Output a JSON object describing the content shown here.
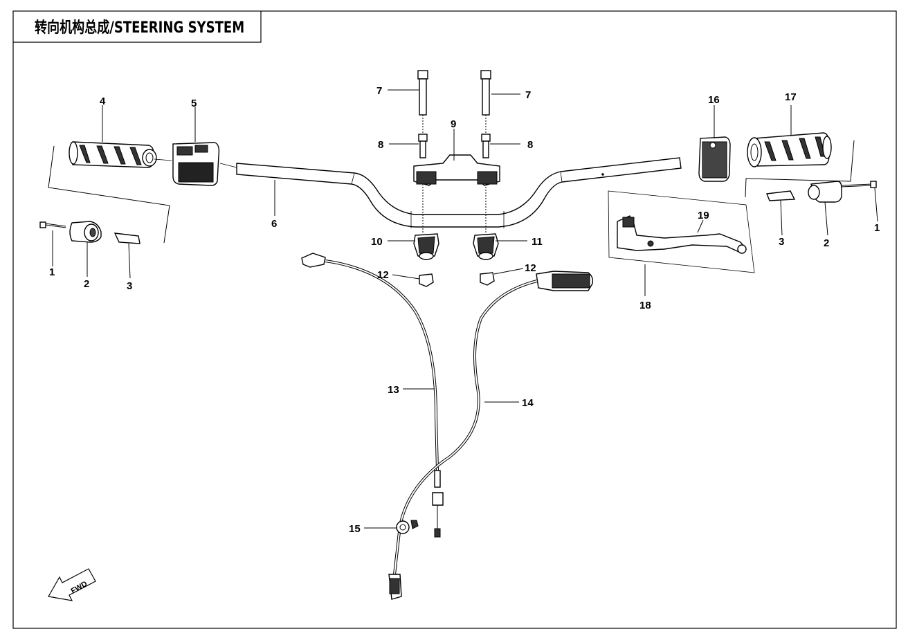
{
  "title": "转向机构总成/STEERING SYSTEM",
  "fwd_label": "FWD",
  "callouts": [
    {
      "id": "c1L",
      "text": "1"
    },
    {
      "id": "c2L",
      "text": "2"
    },
    {
      "id": "c3L",
      "text": "3"
    },
    {
      "id": "c4",
      "text": "4"
    },
    {
      "id": "c5",
      "text": "5"
    },
    {
      "id": "c6",
      "text": "6"
    },
    {
      "id": "c7L",
      "text": "7"
    },
    {
      "id": "c7R",
      "text": "7"
    },
    {
      "id": "c8L",
      "text": "8"
    },
    {
      "id": "c8R",
      "text": "8"
    },
    {
      "id": "c9",
      "text": "9"
    },
    {
      "id": "c10",
      "text": "10"
    },
    {
      "id": "c11",
      "text": "11"
    },
    {
      "id": "c12L",
      "text": "12"
    },
    {
      "id": "c12R",
      "text": "12"
    },
    {
      "id": "c13",
      "text": "13"
    },
    {
      "id": "c14",
      "text": "14"
    },
    {
      "id": "c15",
      "text": "15"
    },
    {
      "id": "c16",
      "text": "16"
    },
    {
      "id": "c17",
      "text": "17"
    },
    {
      "id": "c18",
      "text": "18"
    },
    {
      "id": "c19",
      "text": "19"
    },
    {
      "id": "c3R",
      "text": "3"
    },
    {
      "id": "c2R",
      "text": "2"
    },
    {
      "id": "c1R",
      "text": "1"
    }
  ]
}
